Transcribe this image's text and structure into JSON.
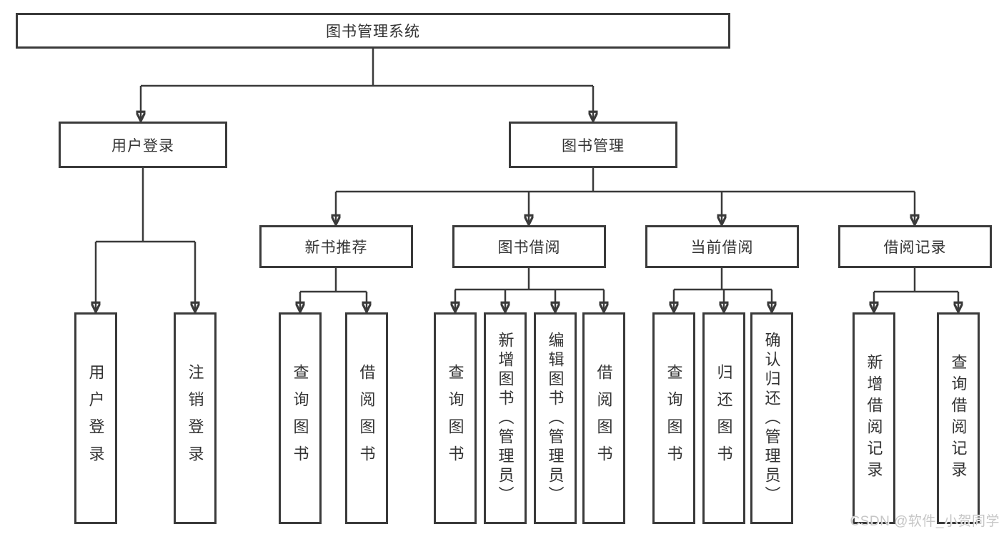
{
  "root": {
    "label": "图书管理系统"
  },
  "user_login": {
    "label": "用户登录",
    "children": [
      "用户登录",
      "注销登录"
    ]
  },
  "book_mgmt": {
    "label": "图书管理",
    "sections": [
      {
        "label": "新书推荐",
        "children": [
          "查询图书",
          "借阅图书"
        ]
      },
      {
        "label": "图书借阅",
        "children": [
          "查询图书",
          "新增图书（管理员）",
          "编辑图书（管理员）",
          "借阅图书"
        ]
      },
      {
        "label": "当前借阅",
        "children": [
          "查询图书",
          "归还图书",
          "确认归还（管理员）"
        ]
      },
      {
        "label": "借阅记录",
        "children": [
          "新增借阅记录",
          "查询借阅记录"
        ]
      }
    ]
  },
  "watermark": "CSDN @软件_小贺同学",
  "colors": {
    "line": "#3a3a3a",
    "text": "#333333",
    "watermark": "#c6c6c6",
    "background": "#ffffff"
  }
}
